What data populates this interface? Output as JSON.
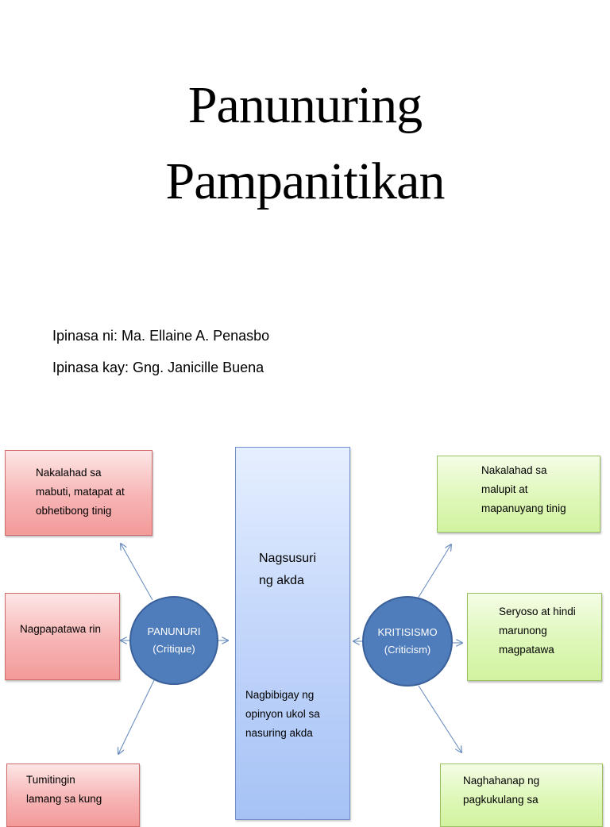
{
  "slide": {
    "title_line1": "Panunuring",
    "title_line2": "Pampanitikan",
    "submitted_by": "Ipinasa ni: Ma. Ellaine A. Penasbo",
    "submitted_to": "Ipinasa kay: Gng. Janicille Buena"
  },
  "diagram": {
    "left_circle": {
      "line1": "PANUNURI",
      "line2": "(Critique)"
    },
    "right_circle": {
      "line1": "KRITISISMO",
      "line2": "(Criticism)"
    },
    "center_top": [
      "Nagsusuri",
      "ng akda"
    ],
    "center_bottom": [
      "Nagbibigay ng",
      "opinyon ukol sa",
      "nasuring akda"
    ],
    "left_boxes": {
      "top": [
        "Nakalahad sa",
        "mabuti, matapat at",
        "obhetibong tinig"
      ],
      "middle": [
        "Nagpapatawa rin"
      ],
      "bottom": [
        "Tumitingin",
        "lamang sa kung"
      ]
    },
    "right_boxes": {
      "top": [
        "Nakalahad sa",
        "malupit at",
        "mapanuyang tinig"
      ],
      "middle": [
        "Seryoso at hindi",
        "marunong",
        "magpatawa"
      ],
      "bottom": [
        "Naghahanap ng",
        "pagkukulang sa"
      ]
    },
    "colors": {
      "circle_fill": "#4f7cba",
      "left_box": "#f7b4b4",
      "right_box": "#def7b8",
      "center_box": "#c5d8fb",
      "arrow": "#6c8fc0"
    }
  }
}
